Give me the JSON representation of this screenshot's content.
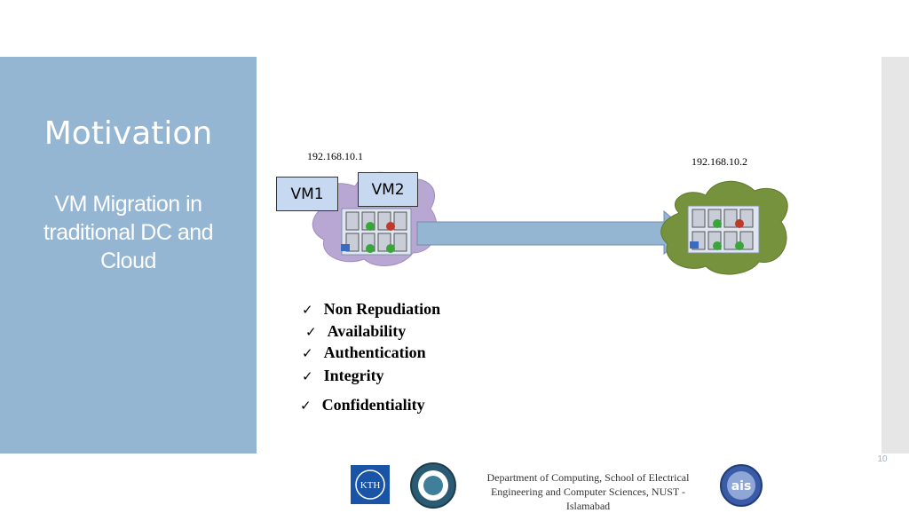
{
  "slide": {
    "title": "Motivation",
    "subtitle": "VM Migration in traditional DC and Cloud",
    "page_number": "10"
  },
  "diagram": {
    "source_ip": "192.168.10.1",
    "dest_ip": "192.168.10.2",
    "vm1_label": "VM1",
    "vm2_label": "VM2",
    "source_cloud_color": "#b9a7d3",
    "dest_cloud_color": "#76923c",
    "arrow_color": "#94b6d2"
  },
  "checklist": [
    "Non Repudiation",
    "Availability",
    "Authentication",
    "Integrity",
    "Confidentiality"
  ],
  "footer": {
    "department": "Department of Computing, School of Electrical Engineering and Computer Sciences, NUST - Islamabad",
    "logo_kth": "KTH",
    "logo_ais": "ais"
  },
  "colors": {
    "panel": "#94b6d2",
    "text_on_panel": "#ffffff",
    "side_bar": "#e6e6e6"
  }
}
